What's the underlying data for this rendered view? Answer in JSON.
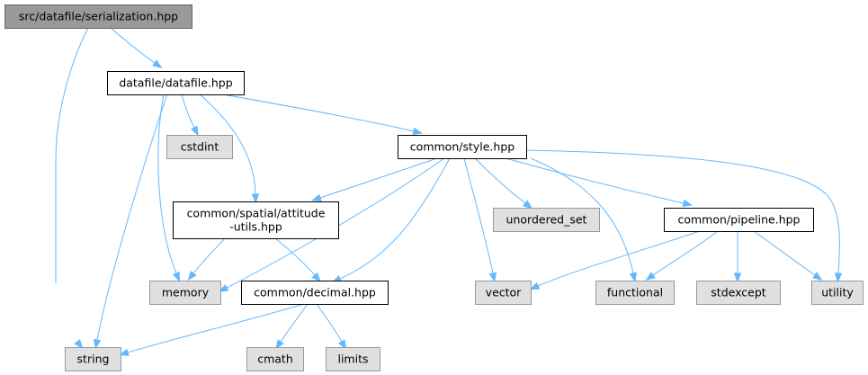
{
  "graph": {
    "colors": {
      "edge": "#63b8ff",
      "root_fill": "#999999",
      "root_border": "#666666",
      "file_fill": "#ffffff",
      "file_border": "#000000",
      "system_fill": "#e0e0e0",
      "system_border": "#999999"
    },
    "nodes": [
      {
        "id": "serialization",
        "kind": "root",
        "lines": [
          "src/datafile/serialization.hpp"
        ]
      },
      {
        "id": "datafile",
        "kind": "file",
        "lines": [
          "datafile/datafile.hpp"
        ]
      },
      {
        "id": "cstdint",
        "kind": "system",
        "lines": [
          "cstdint"
        ]
      },
      {
        "id": "style",
        "kind": "file",
        "lines": [
          "common/style.hpp"
        ]
      },
      {
        "id": "attitude",
        "kind": "file",
        "lines": [
          "common/spatial/attitude",
          "-utils.hpp"
        ]
      },
      {
        "id": "unordered_set",
        "kind": "system",
        "lines": [
          "unordered_set"
        ]
      },
      {
        "id": "pipeline",
        "kind": "file",
        "lines": [
          "common/pipeline.hpp"
        ]
      },
      {
        "id": "memory",
        "kind": "system",
        "lines": [
          "memory"
        ]
      },
      {
        "id": "decimal",
        "kind": "file",
        "lines": [
          "common/decimal.hpp"
        ]
      },
      {
        "id": "vector",
        "kind": "system",
        "lines": [
          "vector"
        ]
      },
      {
        "id": "functional",
        "kind": "system",
        "lines": [
          "functional"
        ]
      },
      {
        "id": "stdexcept",
        "kind": "system",
        "lines": [
          "stdexcept"
        ]
      },
      {
        "id": "utility",
        "kind": "system",
        "lines": [
          "utility"
        ]
      },
      {
        "id": "string",
        "kind": "system",
        "lines": [
          "string"
        ]
      },
      {
        "id": "cmath",
        "kind": "system",
        "lines": [
          "cmath"
        ]
      },
      {
        "id": "limits",
        "kind": "system",
        "lines": [
          "limits"
        ]
      }
    ],
    "edges": [
      {
        "from": "serialization",
        "to": "string"
      },
      {
        "from": "serialization",
        "to": "datafile"
      },
      {
        "from": "datafile",
        "to": "string"
      },
      {
        "from": "datafile",
        "to": "memory"
      },
      {
        "from": "datafile",
        "to": "cstdint"
      },
      {
        "from": "datafile",
        "to": "attitude"
      },
      {
        "from": "datafile",
        "to": "style"
      },
      {
        "from": "style",
        "to": "attitude"
      },
      {
        "from": "style",
        "to": "memory"
      },
      {
        "from": "style",
        "to": "decimal"
      },
      {
        "from": "style",
        "to": "vector"
      },
      {
        "from": "style",
        "to": "unordered_set"
      },
      {
        "from": "style",
        "to": "functional"
      },
      {
        "from": "style",
        "to": "pipeline"
      },
      {
        "from": "style",
        "to": "utility"
      },
      {
        "from": "attitude",
        "to": "memory"
      },
      {
        "from": "attitude",
        "to": "decimal"
      },
      {
        "from": "pipeline",
        "to": "vector"
      },
      {
        "from": "pipeline",
        "to": "functional"
      },
      {
        "from": "pipeline",
        "to": "stdexcept"
      },
      {
        "from": "pipeline",
        "to": "utility"
      },
      {
        "from": "decimal",
        "to": "string"
      },
      {
        "from": "decimal",
        "to": "cmath"
      },
      {
        "from": "decimal",
        "to": "limits"
      }
    ]
  }
}
